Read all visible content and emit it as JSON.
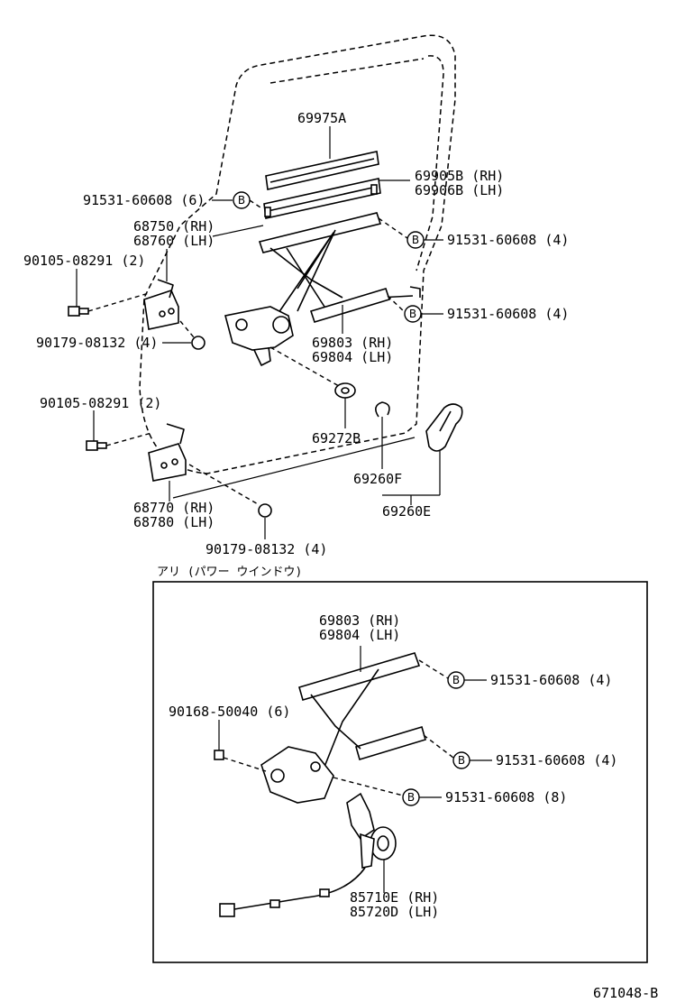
{
  "labels": {
    "p69975a": "69975A",
    "p69905b": "69905B (RH)",
    "p69906b": "69906B (LH)",
    "p91531_6": "91531-60608 (6)",
    "p68750": "68750 (RH)",
    "p68760": "68760 (LH)",
    "p91531_4a": "91531-60608 (4)",
    "p90105a": "90105-08291 (2)",
    "p91531_4b": "91531-60608 (4)",
    "p90179a": "90179-08132 (4)",
    "p69803": "69803 (RH)",
    "p69804": "69804 (LH)",
    "p90105b": "90105-08291 (2)",
    "p69272b": "69272B",
    "p69260f": "69260F",
    "p68770": "68770 (RH)",
    "p68780": "68780 (LH)",
    "p69260e": "69260E",
    "p90179b": "90179-08132 (4)",
    "inset_title": "アリ (パワー ウインドウ)",
    "i69803": "69803 (RH)",
    "i69804": "69804 (LH)",
    "i91531_4a": "91531-60608 (4)",
    "i90168": "90168-50040 (6)",
    "i91531_4b": "91531-60608 (4)",
    "i91531_8": "91531-60608 (8)",
    "i85710e": "85710E (RH)",
    "i85720d": "85720D (LH)",
    "code": "671048-B"
  },
  "b_marker": "B"
}
